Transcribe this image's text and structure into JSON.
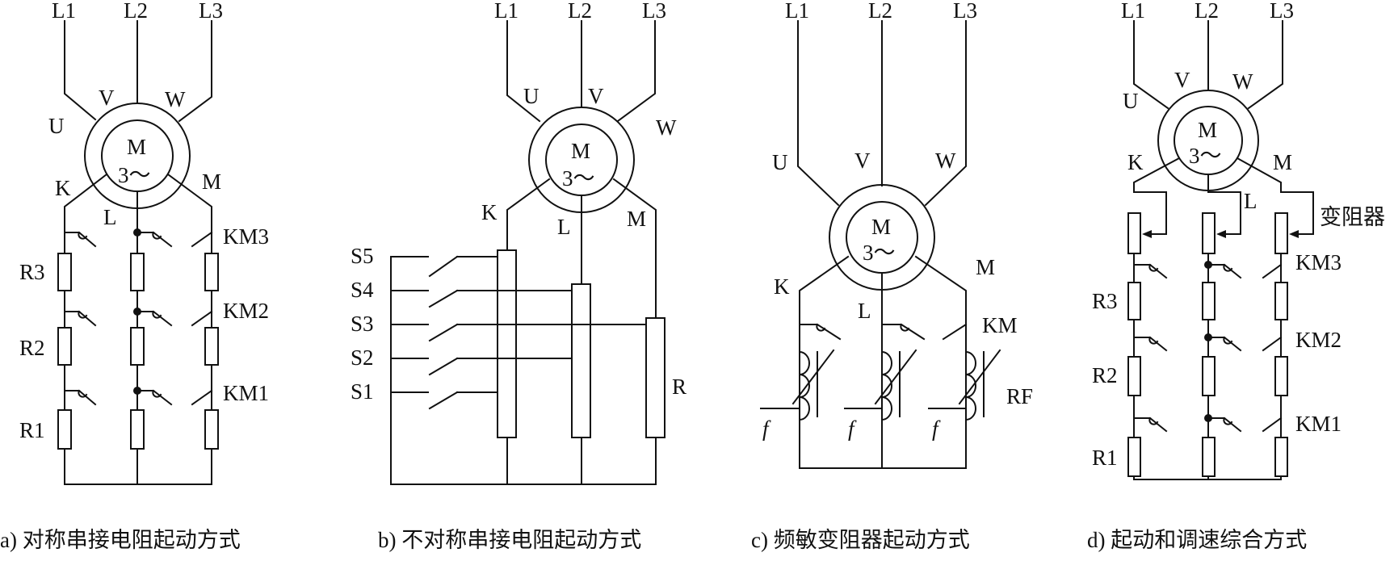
{
  "motor": {
    "label": "M",
    "phase": "3～"
  },
  "lines": [
    "L1",
    "L2",
    "L3"
  ],
  "terminals": {
    "stator": [
      "U",
      "V",
      "W"
    ],
    "rotor": [
      "K",
      "L",
      "M"
    ]
  },
  "panels": [
    {
      "caption": "a) 对称串接电阻起动方式",
      "contactors": [
        "KM3",
        "KM2",
        "KM1"
      ],
      "resistors": [
        "R3",
        "R2",
        "R1"
      ]
    },
    {
      "caption": "b) 不对称串接电阻起动方式",
      "switches": [
        "S5",
        "S4",
        "S3",
        "S2",
        "S1"
      ],
      "resistor": "R"
    },
    {
      "caption": "c) 频敏变阻器起动方式",
      "contactor": "KM",
      "device": "RF",
      "freq_symbol": "f"
    },
    {
      "caption": "d) 起动和调速综合方式",
      "rheostat": "变阻器",
      "contactors": [
        "KM3",
        "KM2",
        "KM1"
      ],
      "resistors": [
        "R3",
        "R2",
        "R1"
      ]
    }
  ]
}
